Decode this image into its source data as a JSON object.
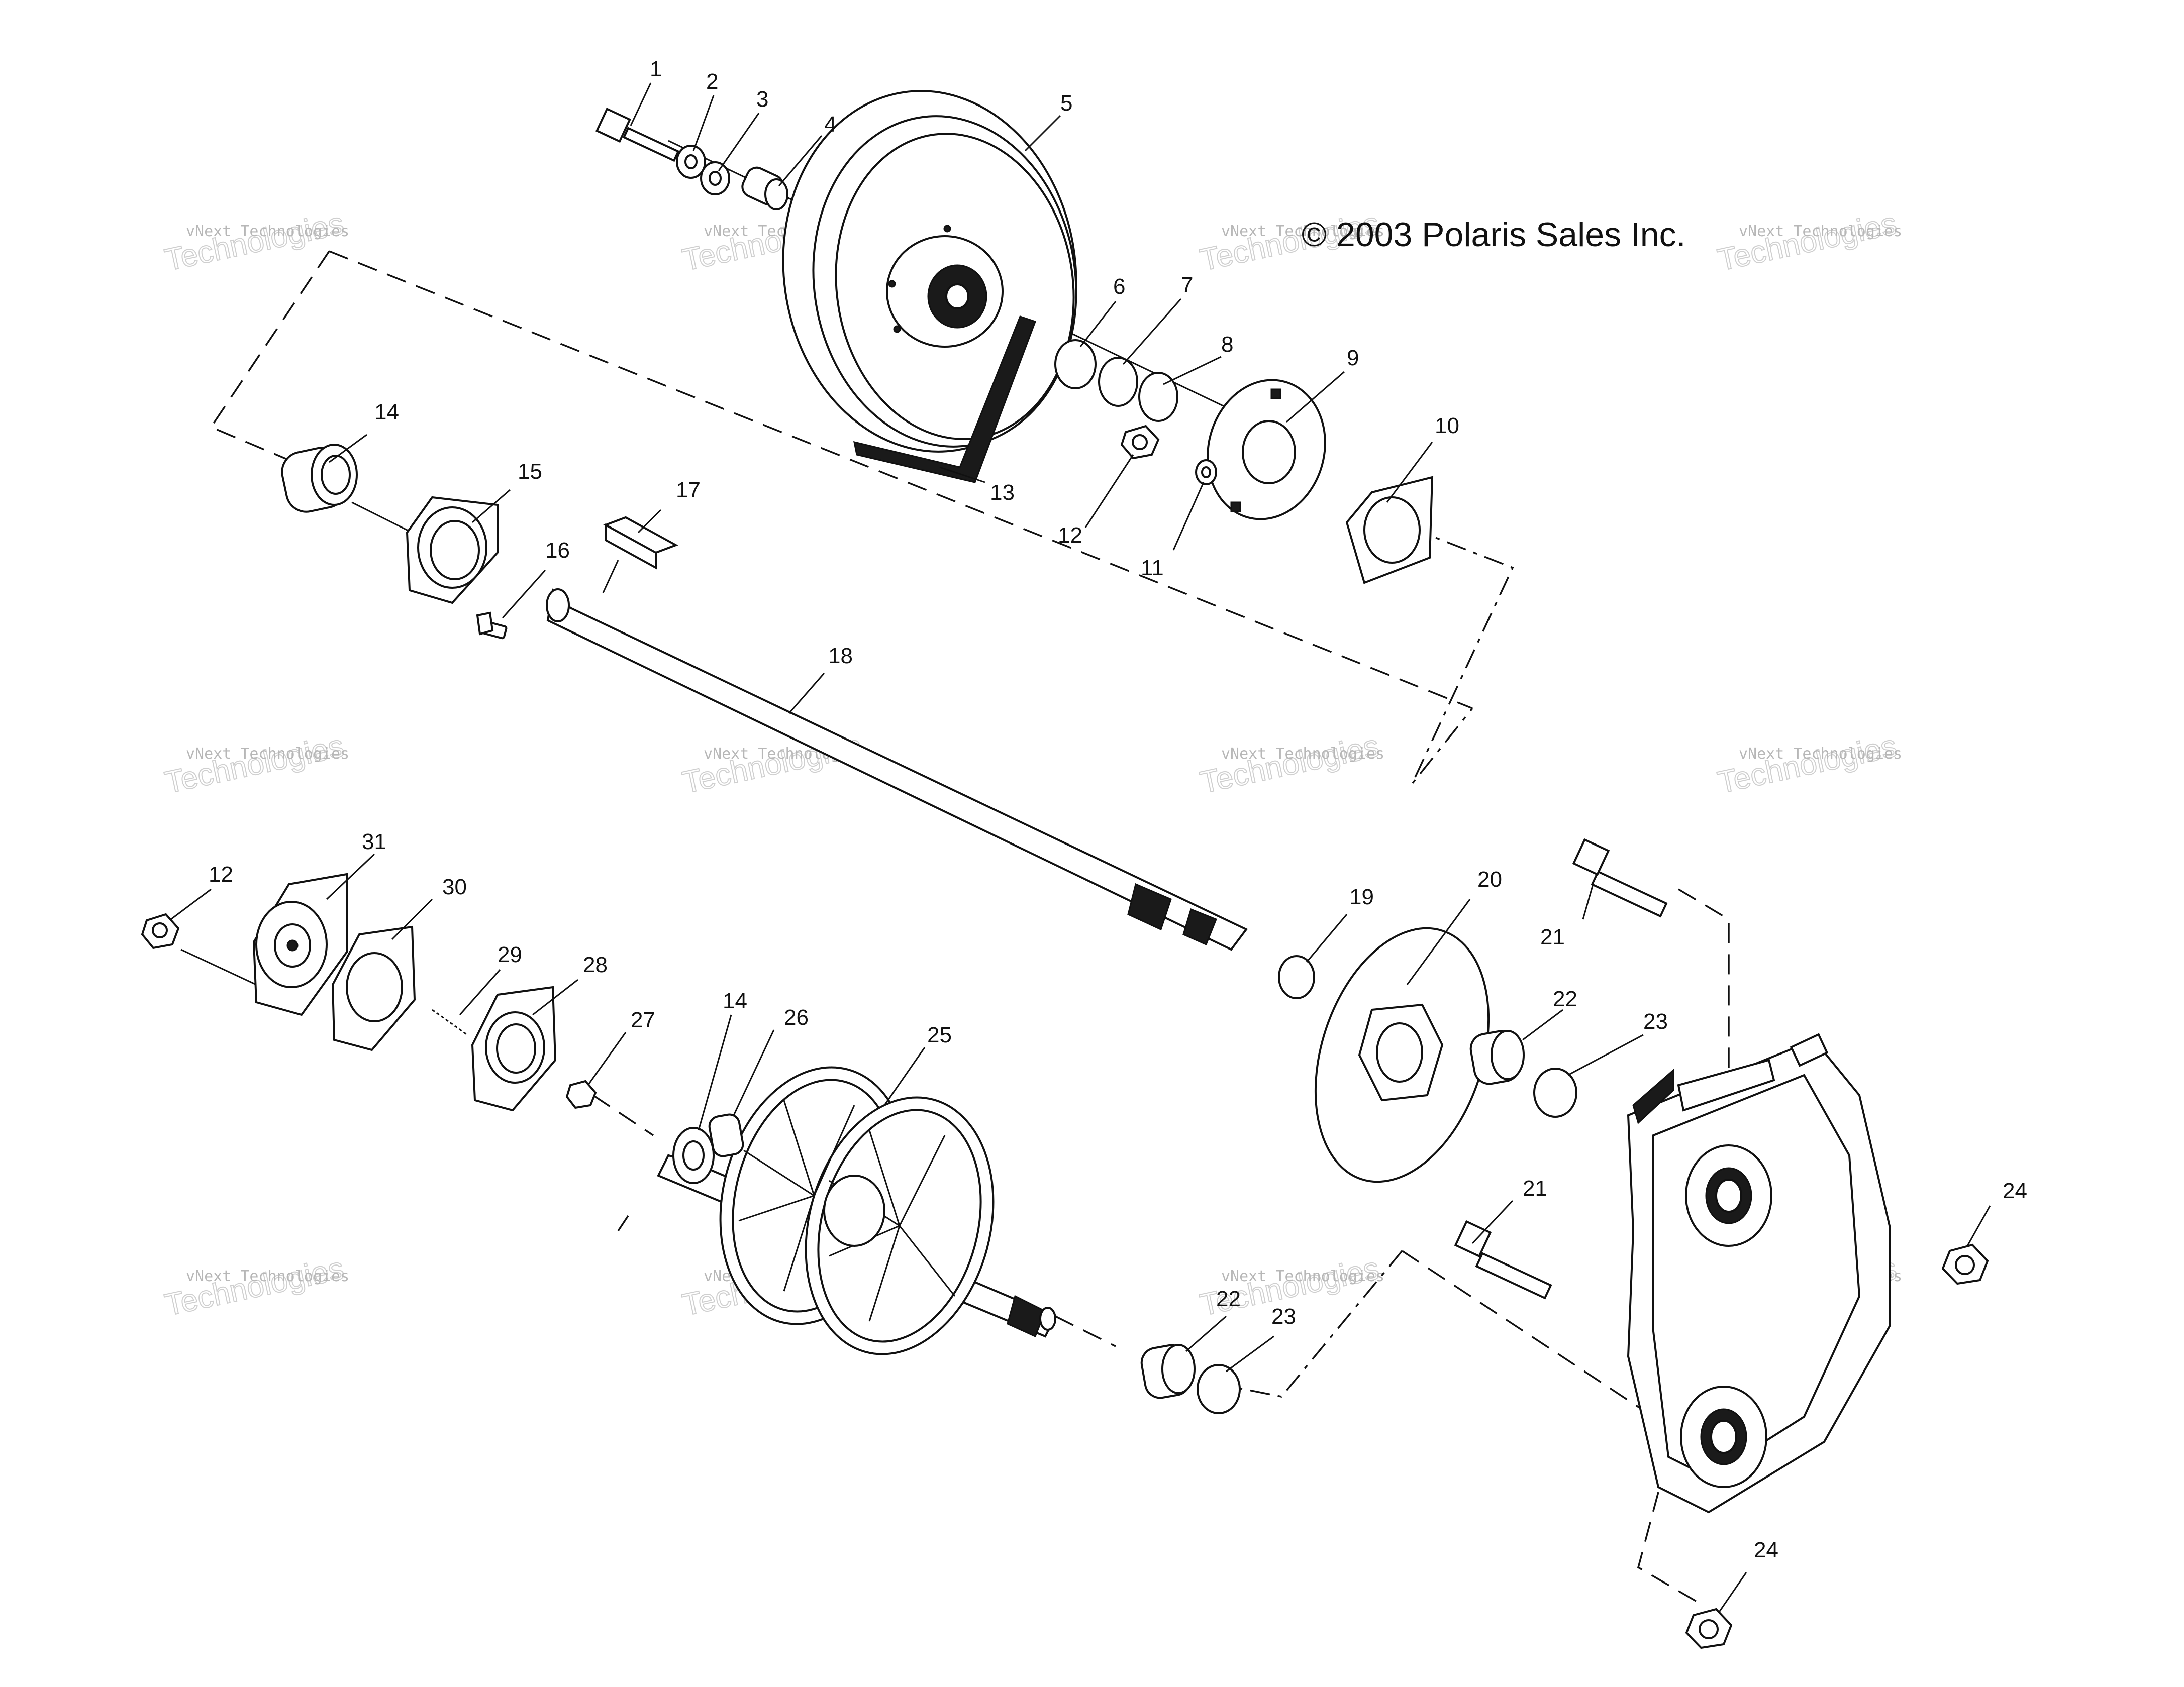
{
  "copyright": "© 2003 Polaris Sales Inc.",
  "watermark": {
    "line1": "vNext Technologies",
    "line2": "vNext",
    "line3": "Technologies"
  },
  "callouts": [
    {
      "id": "c1",
      "text": "1"
    },
    {
      "id": "c2",
      "text": "2"
    },
    {
      "id": "c3",
      "text": "3"
    },
    {
      "id": "c4",
      "text": "4"
    },
    {
      "id": "c5",
      "text": "5"
    },
    {
      "id": "c6",
      "text": "6"
    },
    {
      "id": "c7",
      "text": "7"
    },
    {
      "id": "c8",
      "text": "8"
    },
    {
      "id": "c9",
      "text": "9"
    },
    {
      "id": "c10",
      "text": "10"
    },
    {
      "id": "c11",
      "text": "11"
    },
    {
      "id": "c12a",
      "text": "12"
    },
    {
      "id": "c13",
      "text": "13"
    },
    {
      "id": "c14a",
      "text": "14"
    },
    {
      "id": "c15",
      "text": "15"
    },
    {
      "id": "c16",
      "text": "16"
    },
    {
      "id": "c17",
      "text": "17"
    },
    {
      "id": "c18",
      "text": "18"
    },
    {
      "id": "c19",
      "text": "19"
    },
    {
      "id": "c20",
      "text": "20"
    },
    {
      "id": "c21a",
      "text": "21"
    },
    {
      "id": "c21b",
      "text": "21"
    },
    {
      "id": "c22a",
      "text": "22"
    },
    {
      "id": "c22b",
      "text": "22"
    },
    {
      "id": "c23a",
      "text": "23"
    },
    {
      "id": "c23b",
      "text": "23"
    },
    {
      "id": "c24a",
      "text": "24"
    },
    {
      "id": "c24b",
      "text": "24"
    },
    {
      "id": "c25",
      "text": "25"
    },
    {
      "id": "c26",
      "text": "26"
    },
    {
      "id": "c27",
      "text": "27"
    },
    {
      "id": "c28",
      "text": "28"
    },
    {
      "id": "c29",
      "text": "29"
    },
    {
      "id": "c30",
      "text": "30"
    },
    {
      "id": "c31",
      "text": "31"
    },
    {
      "id": "c12b",
      "text": "12"
    },
    {
      "id": "c14b",
      "text": "14"
    }
  ]
}
